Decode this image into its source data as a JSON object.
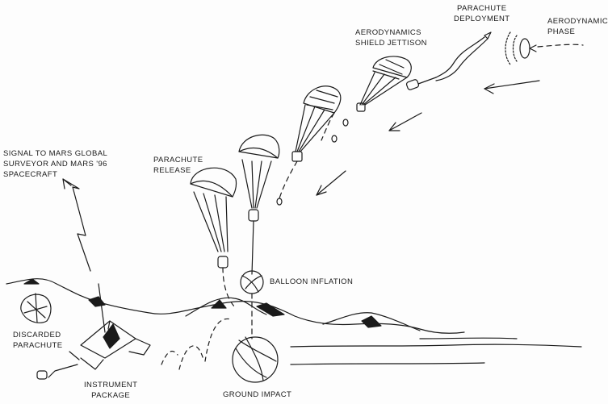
{
  "labels": {
    "parachute_deployment": [
      "PARACHUTE",
      "DEPLOYMENT"
    ],
    "aerodynamic_phase": [
      "AERODYNAMIC",
      "PHASE"
    ],
    "aerodynamics_shield_jettison": [
      "AERODYNAMICS",
      "SHIELD JETTISON"
    ],
    "signal": [
      "SIGNAL TO MARS GLOBAL",
      "SURVEYOR AND MARS '96",
      "SPACECRAFT"
    ],
    "parachute_release": [
      "PARACHUTE",
      "RELEASE"
    ],
    "balloon_inflation": "BALLOON INFLATION",
    "discarded_parachute": [
      "DISCARDED",
      "PARACHUTE"
    ],
    "instrument_package": [
      "INSTRUMENT",
      "PACKAGE"
    ],
    "ground_impact": "GROUND IMPACT"
  },
  "colors": {
    "ink": "#1a1a1a",
    "paper": "#fdfdfd"
  }
}
